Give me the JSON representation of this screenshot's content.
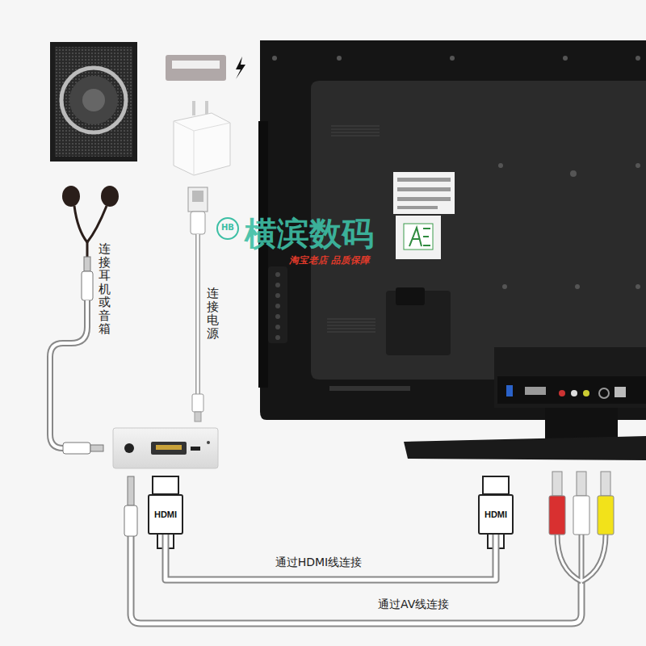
{
  "diagram": {
    "nodes": [
      {
        "text": [
          "HDMI"
        ]
      },
      {
        "text": [
          "HDMI"
        ]
      }
    ],
    "edges": [
      {
        "from": 0,
        "to": 1,
        "arrow": "none",
        "label": "通过HDMI线连接"
      }
    ],
    "labels": [
      "连接耳机或音箱",
      "连接电源",
      "通过AV线连接",
      "横滨数码",
      "淘宝老店 品质保障",
      "HB"
    ]
  }
}
